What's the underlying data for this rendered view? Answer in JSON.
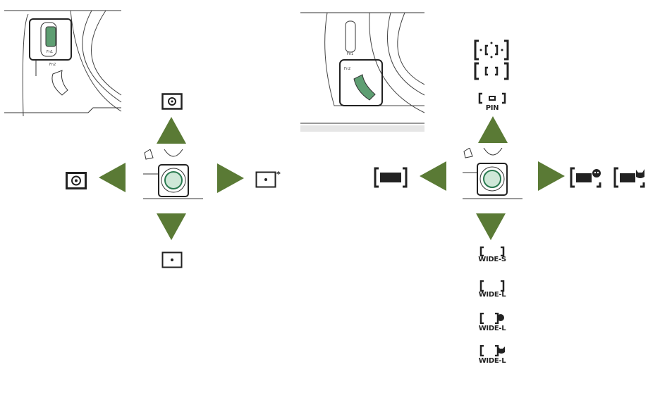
{
  "colors": {
    "arrow": "#5a7a35",
    "button_highlight": "#5e9e72",
    "line": "#222222"
  },
  "left_diagram": {
    "camera": {
      "button_top": "Fn1",
      "button_bottom": "Fn2"
    },
    "selector_icons": {
      "up": "matrix-metering-icon",
      "left": "center-weighted-metering-icon",
      "right": "highlight-weighted-metering-icon",
      "down": "spot-metering-icon"
    }
  },
  "right_diagram": {
    "camera": {
      "button_top": "Fn1",
      "button_bottom": "Fn2"
    },
    "up_icons": [
      {
        "icon": "dynamic-area-af-icon"
      },
      {
        "icon": "single-point-af-icon"
      },
      {
        "icon": "pinpoint-af-icon",
        "label": "PIN"
      }
    ],
    "left_icon": "wide-area-af-icon",
    "right_icons": [
      "auto-area-af-people-icon",
      "auto-area-af-animal-icon"
    ],
    "down_icons": [
      {
        "label": "WIDE-S"
      },
      {
        "label": "WIDE-L"
      },
      {
        "label": "WIDE-L"
      },
      {
        "label": "WIDE-L"
      }
    ]
  }
}
